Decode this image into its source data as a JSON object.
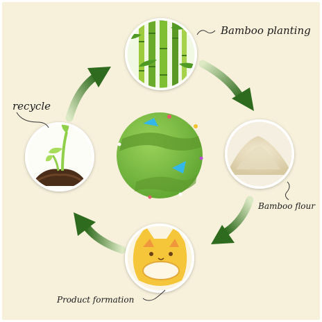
{
  "diagram": {
    "stages": {
      "planting": {
        "label": "Bamboo planting",
        "icon": "bamboo-stalks-icon"
      },
      "flour": {
        "label": "Bamboo flour",
        "icon": "flour-pile-icon"
      },
      "product": {
        "label": "Product formation",
        "icon": "cat-bowl-icon"
      },
      "recycle": {
        "label": "recycle",
        "icon": "sprout-in-soil-icon"
      }
    },
    "center_icon": "green-planet-icon",
    "colors": {
      "background": "#f7f1dc",
      "arrow_dark": "#2f6b1e",
      "arrow_light": "#dce9c4",
      "planet": "#7bc043",
      "road": "#5f9a2e",
      "water": "#33b7e8",
      "circle_border": "#ffffff"
    }
  }
}
